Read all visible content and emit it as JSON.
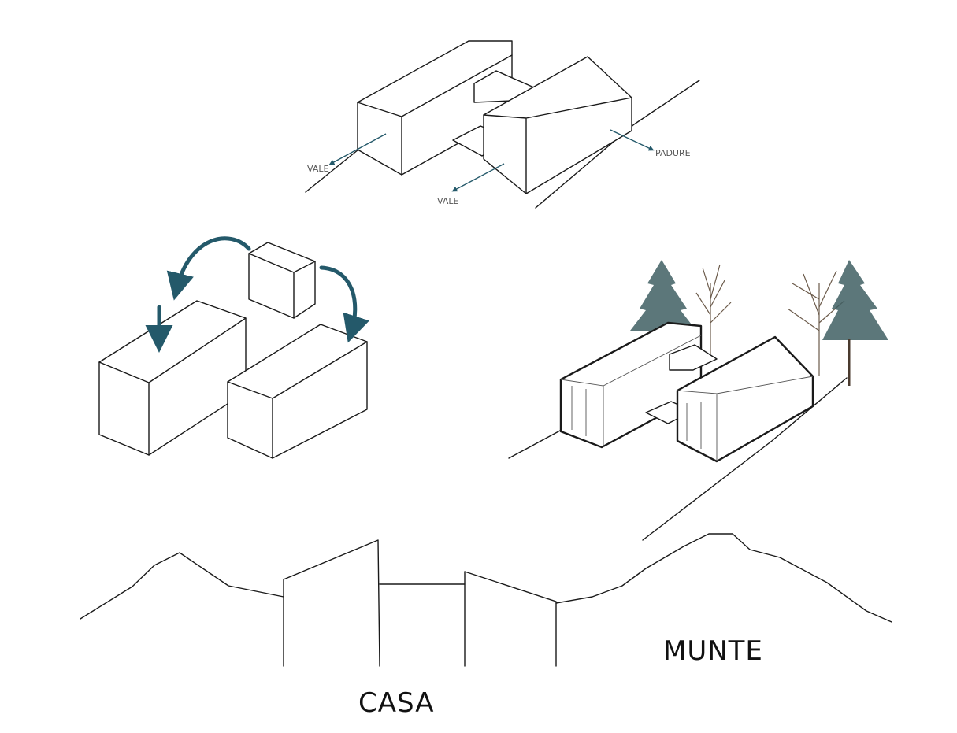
{
  "labels": {
    "vale_left": "VALE",
    "vale_bottom": "VALE",
    "padure": "PADURE",
    "munte": "MUNTE",
    "casa": "CASA"
  },
  "colors": {
    "accent": "#24596a",
    "tree_green": "#3f5f63",
    "tree_bare": "#6b5a4a"
  }
}
